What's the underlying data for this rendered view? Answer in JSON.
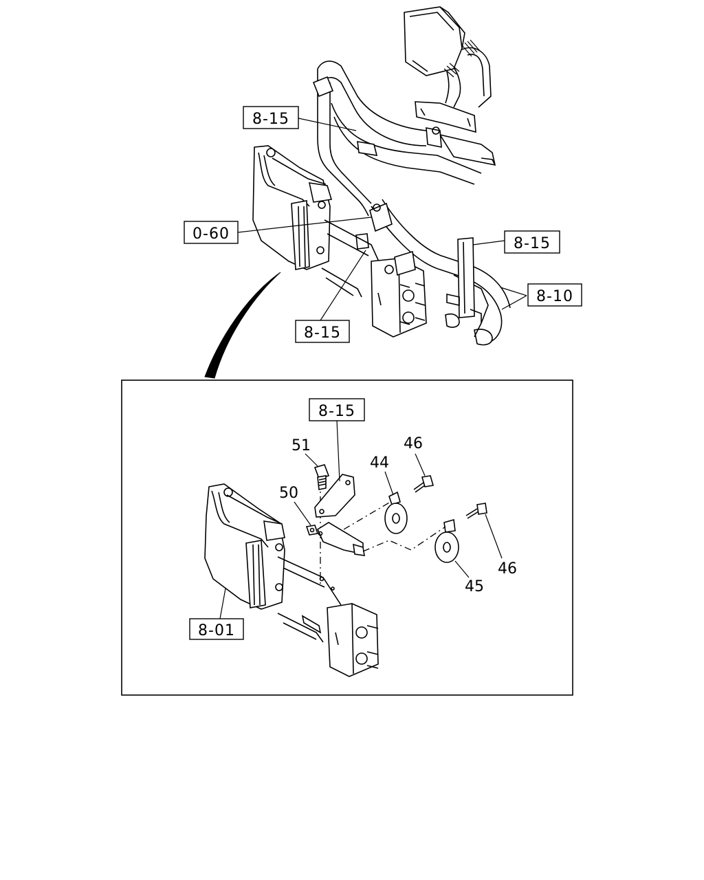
{
  "upper_view": {
    "callouts": {
      "ref_8_15_top": "8-15",
      "ref_0_60": "0-60",
      "ref_8_15_right": "8-15",
      "ref_8_10": "8-10",
      "ref_8_15_bottom": "8-15"
    }
  },
  "detail_view": {
    "callouts": {
      "ref_8_15": "8-15",
      "ref_8_01": "8-01",
      "part_51": "51",
      "part_50": "50",
      "part_44": "44",
      "part_46_top": "46",
      "part_46_right": "46",
      "part_45": "45"
    }
  }
}
